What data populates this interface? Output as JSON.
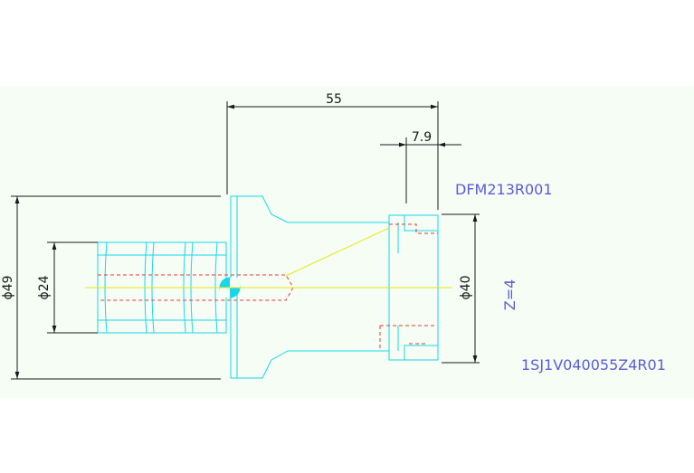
{
  "drawing": {
    "dimensions": {
      "overall_length": "55",
      "head_length": "7.9",
      "outer_diameter": "ϕ49",
      "shank_diameter": "ϕ24",
      "head_diameter": "ϕ40"
    },
    "labels": {
      "part_code": "DFM213R001",
      "slot_count": "Z=4",
      "order_number": "1SJ1V040055Z4R01"
    }
  },
  "colors": {
    "background": "#f5fdf5",
    "part_outline": "#18d7e8",
    "hidden_lines": "#e23b3b",
    "center_lines": "#e8e80f",
    "dimension_lines": "#1a1a1a",
    "labels": "#5b5bd6"
  }
}
